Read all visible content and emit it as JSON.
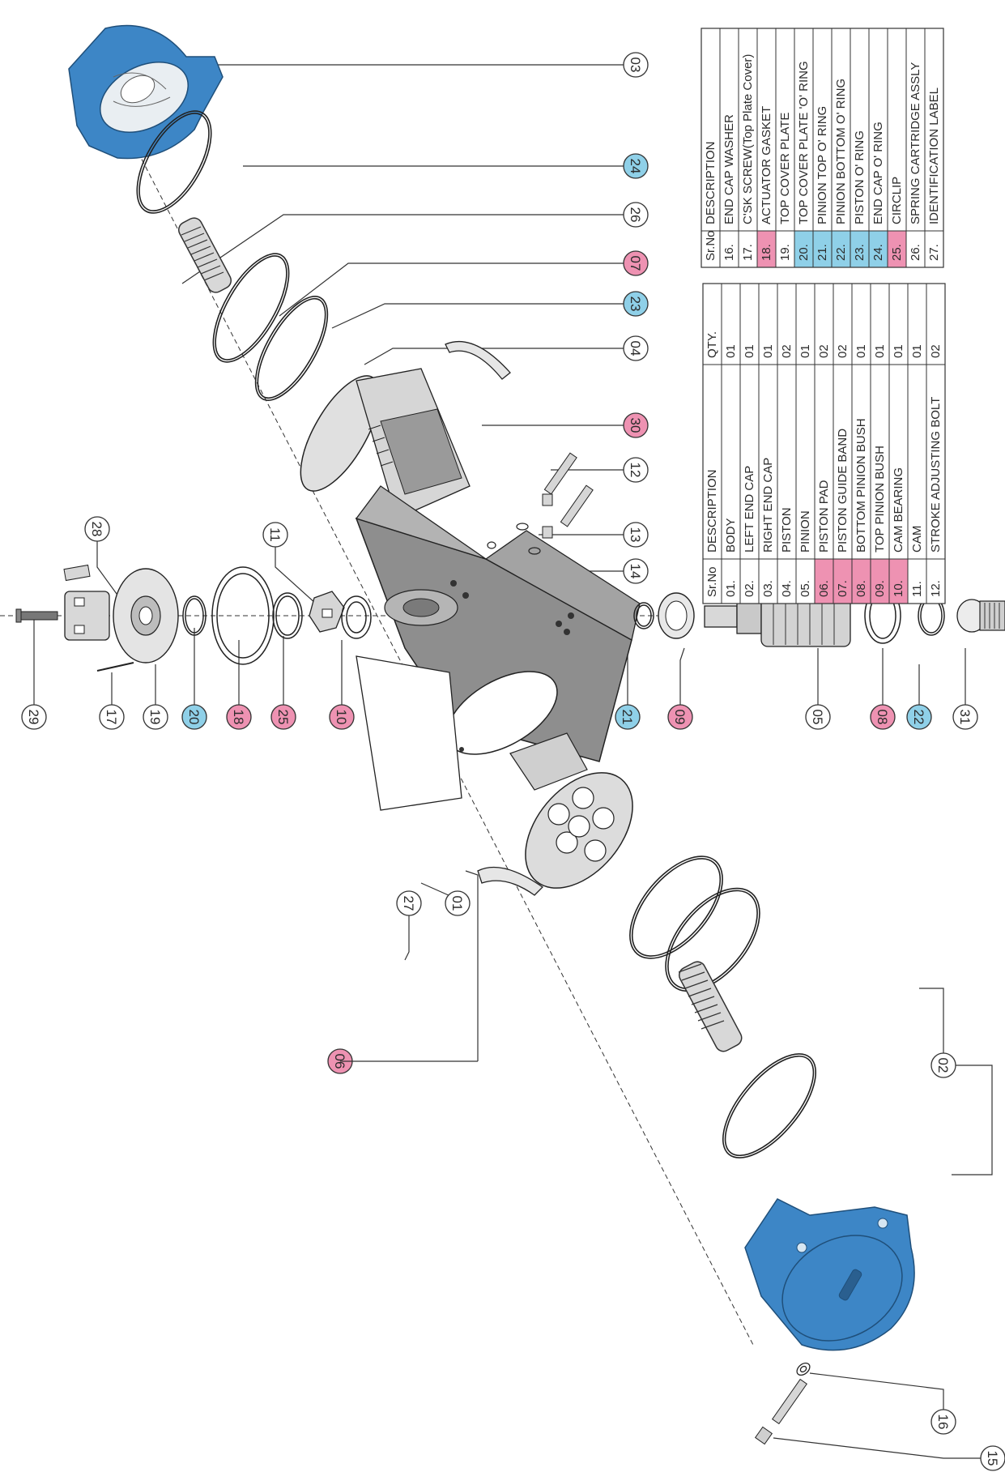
{
  "colors": {
    "accent_blue": "#3d86c6",
    "pink_highlight": "#ee92b2",
    "cyan_highlight": "#8fd0e8",
    "body_grey": "#8e8e8e",
    "line": "#333333"
  },
  "table_a": {
    "headers": [
      "Sr.No",
      "DESCRIPTION",
      "QTY."
    ],
    "rows": [
      {
        "no": "01.",
        "desc": "BODY",
        "qty": "01",
        "hl": ""
      },
      {
        "no": "02.",
        "desc": "LEFT END CAP",
        "qty": "01",
        "hl": ""
      },
      {
        "no": "03.",
        "desc": "RIGHT END CAP",
        "qty": "01",
        "hl": ""
      },
      {
        "no": "04.",
        "desc": "PISTON",
        "qty": "02",
        "hl": ""
      },
      {
        "no": "05.",
        "desc": "PINION",
        "qty": "01",
        "hl": ""
      },
      {
        "no": "06.",
        "desc": "PISTON PAD",
        "qty": "02",
        "hl": "pink"
      },
      {
        "no": "07.",
        "desc": "PISTON GUIDE BAND",
        "qty": "02",
        "hl": "pink"
      },
      {
        "no": "08.",
        "desc": "BOTTOM PINION BUSH",
        "qty": "01",
        "hl": "pink"
      },
      {
        "no": "09.",
        "desc": "TOP PINION BUSH",
        "qty": "01",
        "hl": "pink"
      },
      {
        "no": "10.",
        "desc": "CAM BEARING",
        "qty": "01",
        "hl": "pink"
      },
      {
        "no": "11.",
        "desc": "CAM",
        "qty": "01",
        "hl": ""
      },
      {
        "no": "12.",
        "desc": "STROKE ADJUSTING BOLT",
        "qty": "02",
        "hl": ""
      }
    ]
  },
  "table_b": {
    "headers": [
      "Sr.No.",
      "DESCRIPTION"
    ],
    "rows": [
      {
        "no": "16.",
        "desc": "END CAP WASHER",
        "hl": ""
      },
      {
        "no": "17.",
        "desc": "C'SK SCREW(Top Plate Cover)",
        "hl": ""
      },
      {
        "no": "18.",
        "desc": "ACTUATOR GASKET",
        "hl": "pink"
      },
      {
        "no": "19.",
        "desc": "TOP COVER PLATE",
        "hl": ""
      },
      {
        "no": "20.",
        "desc": "TOP COVER PLATE 'O' RING",
        "hl": "cyan"
      },
      {
        "no": "21.",
        "desc": "PINION TOP O' RING",
        "hl": "cyan"
      },
      {
        "no": "22.",
        "desc": "PINION BOTTOM O' RING",
        "hl": "cyan"
      },
      {
        "no": "23.",
        "desc": "PISTON O' RING",
        "hl": "cyan"
      },
      {
        "no": "24.",
        "desc": "END CAP O' RING",
        "hl": "cyan"
      },
      {
        "no": "25.",
        "desc": "CIRCLIP",
        "hl": "pink"
      },
      {
        "no": "26.",
        "desc": "SPRING CARTRIDGE ASSLY",
        "hl": ""
      },
      {
        "no": "27.",
        "desc": "IDENTIFICATION LABEL",
        "hl": ""
      }
    ]
  },
  "callouts": [
    {
      "label": "03",
      "hl": ""
    },
    {
      "label": "24",
      "hl": "cyan"
    },
    {
      "label": "26",
      "hl": ""
    },
    {
      "label": "07",
      "hl": "pink"
    },
    {
      "label": "23",
      "hl": "cyan"
    },
    {
      "label": "04",
      "hl": ""
    },
    {
      "label": "30",
      "hl": "pink"
    },
    {
      "label": "12",
      "hl": ""
    },
    {
      "label": "13",
      "hl": ""
    },
    {
      "label": "14",
      "hl": ""
    },
    {
      "label": "28",
      "hl": ""
    },
    {
      "label": "11",
      "hl": ""
    },
    {
      "label": "29",
      "hl": ""
    },
    {
      "label": "17",
      "hl": ""
    },
    {
      "label": "19",
      "hl": ""
    },
    {
      "label": "20",
      "hl": "cyan"
    },
    {
      "label": "18",
      "hl": "pink"
    },
    {
      "label": "25",
      "hl": "pink"
    },
    {
      "label": "10",
      "hl": "pink"
    },
    {
      "label": "21",
      "hl": "cyan"
    },
    {
      "label": "09",
      "hl": "pink"
    },
    {
      "label": "05",
      "hl": ""
    },
    {
      "label": "08",
      "hl": "pink"
    },
    {
      "label": "22",
      "hl": "cyan"
    },
    {
      "label": "31",
      "hl": ""
    },
    {
      "label": "27",
      "hl": ""
    },
    {
      "label": "01",
      "hl": ""
    },
    {
      "label": "06",
      "hl": "pink"
    },
    {
      "label": "02",
      "hl": ""
    },
    {
      "label": "16",
      "hl": ""
    },
    {
      "label": "15",
      "hl": ""
    }
  ]
}
